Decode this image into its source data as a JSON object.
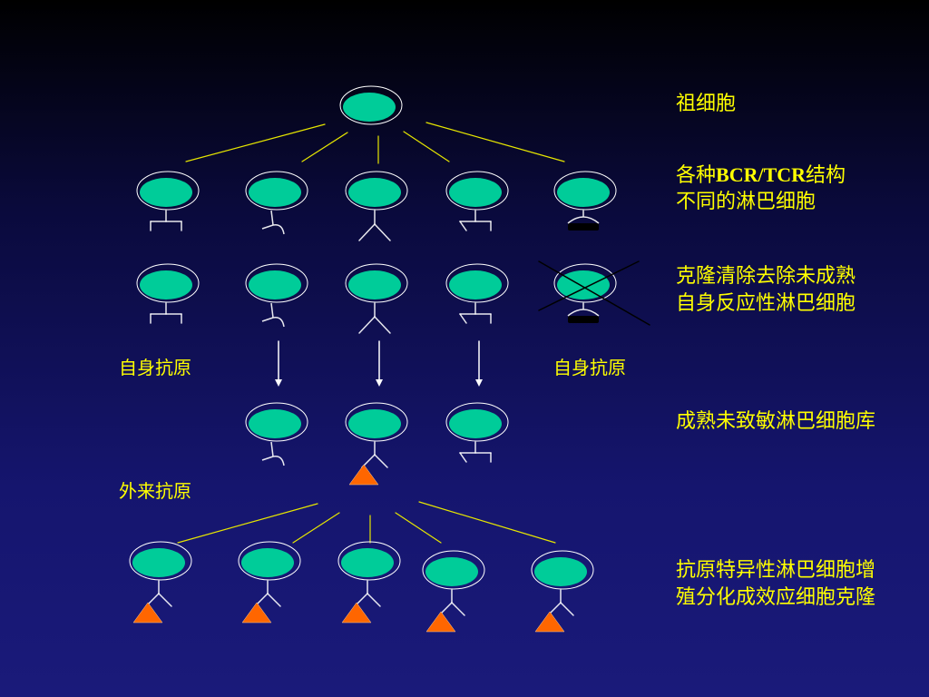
{
  "labels": {
    "progenitor": "祖细胞",
    "diverse_line1": "各种BCR/TCR结构",
    "diverse_line2": "不同的淋巴细胞",
    "deletion_line1": "克隆清除去除未成熟",
    "deletion_line2": "自身反应性淋巴细胞",
    "self_antigen_left": "自身抗原",
    "self_antigen_right": "自身抗原",
    "naive_pool": "成熟未致敏淋巴细胞库",
    "foreign_antigen": "外来抗原",
    "expansion_line1": "抗原特异性淋巴细胞增",
    "expansion_line2": "殖分化成效应细胞克隆"
  },
  "colors": {
    "cell_fill": "#00cc99",
    "cell_outline": "#ffffff",
    "connector": "#e6e600",
    "arrow": "#ffffff",
    "antigen": "#ff6600",
    "label": "#ffff00"
  }
}
